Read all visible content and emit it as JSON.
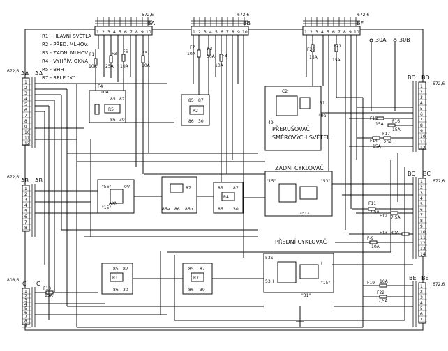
{
  "legend": [
    "R1 - HLAVNÍ SVĚTLA",
    "R2 - PŘED. MLHOV.",
    "R3 - ZADNÍ MLHOV.",
    "R4 - VYHŘÍV. OKNA",
    "R5 - BHH",
    "R7 - RELÉ \"X\""
  ],
  "connectors": {
    "BA": {
      "name": "BA",
      "code": "672,6",
      "pins": [
        "1",
        "2",
        "3",
        "4",
        "5",
        "6",
        "7",
        "8",
        "9",
        "10"
      ]
    },
    "BB": {
      "name": "BB",
      "code": "672,6",
      "pins": [
        "1",
        "2",
        "3",
        "4",
        "5",
        "6",
        "7",
        "8",
        "9",
        "10"
      ]
    },
    "BF": {
      "name": "BF",
      "code": "672,6",
      "pins": [
        "1",
        "2",
        "3",
        "4",
        "5",
        "6",
        "7",
        "8",
        "9",
        "10"
      ]
    },
    "AA": {
      "name": "AA",
      "code": "672,6",
      "pins": [
        "1",
        "2",
        "3",
        "4",
        "5",
        "6",
        "7",
        "8",
        "9",
        "10",
        "11",
        "12"
      ]
    },
    "AB": {
      "name": "AB",
      "code": "672,6",
      "pins": [
        "1",
        "2",
        "3",
        "4",
        "5",
        "6",
        "7",
        "8"
      ]
    },
    "C": {
      "name": "C",
      "code": "808,6",
      "pins": [
        "1",
        "2",
        "3",
        "4",
        "5",
        "6",
        "7",
        "8",
        "9"
      ]
    },
    "BD": {
      "name": "BD",
      "code": "672,6",
      "pins": [
        "1",
        "2",
        "3",
        "4",
        "5",
        "6",
        "7",
        "8",
        "9",
        "10",
        "11",
        "12"
      ]
    },
    "BC": {
      "name": "BC",
      "code": "672,6",
      "pins": [
        "1",
        "2",
        "3",
        "4",
        "5",
        "6",
        "7",
        "8",
        "9",
        "10",
        "11",
        "12",
        "13",
        "14"
      ]
    },
    "BE": {
      "name": "BE",
      "code": "672,6",
      "pins": [
        "1",
        "2",
        "3",
        "4",
        "5",
        "6",
        "7"
      ]
    }
  },
  "fuses": {
    "F1": {
      "name": "F1",
      "rating": "10A"
    },
    "F2": {
      "name": "F2",
      "rating": "30A"
    },
    "F3": {
      "name": "F3",
      "rating": "25A"
    },
    "F4": {
      "name": "F4",
      "rating": "10A"
    },
    "F5": {
      "name": "F5",
      "rating": "10A"
    },
    "F6": {
      "name": "F6",
      "rating": "10A"
    },
    "F7": {
      "name": "F7",
      "rating": "10A"
    },
    "F8": {
      "name": "F8",
      "rating": "10A"
    },
    "F10": {
      "name": "F10",
      "rating": "15A"
    },
    "F11": {
      "name": "F11",
      "rating": "7,5A"
    },
    "F12": {
      "name": "F12",
      "rating": "7,5A"
    },
    "F13": {
      "name": "F13",
      "rating": "30A"
    },
    "F14": {
      "name": "F14",
      "rating": "15A"
    },
    "F15": {
      "name": "F15",
      "rating": "15A"
    },
    "F16": {
      "name": "F16",
      "rating": "15A"
    },
    "F17": {
      "name": "F17",
      "rating": "20A"
    },
    "F19": {
      "name": "F19",
      "rating": "10A"
    },
    "F20": {
      "name": "F20",
      "rating": "15A"
    },
    "F21": {
      "name": "F21",
      "rating": "15A"
    },
    "F22": {
      "name": "F22",
      "rating": "7,5A"
    },
    "F9": {
      "name": "F-9",
      "rating": "10A"
    }
  },
  "relays": {
    "R1": "R1",
    "R2": "R2",
    "R4": "R4",
    "R5": "R5",
    "R7": "R7"
  },
  "relay_pins": {
    "p85": "85",
    "p86": "86",
    "p87": "87",
    "p30": "30"
  },
  "flasher": {
    "title1": "PŘERUŠOVAČ",
    "title2": "SMĚROVÝCH SVĚTEL",
    "c2": "C2",
    "p31": "31",
    "p49": "49",
    "p49a": "49a"
  },
  "rear_wiper": {
    "title": "ZADNÍ CYKLOVAČ",
    "p15": "\"15\"",
    "p53": "\"53\"",
    "p31": "\"31\""
  },
  "front_wiper": {
    "title": "PŘEDNÍ CYKLOVAČ",
    "p53s": "53S",
    "p53h": "53H",
    "pi": "I",
    "p15": "\"15\"",
    "p31": "\"31\""
  },
  "akn": {
    "title": "AKN",
    "p56": "\"56\"",
    "p0v": "0V",
    "p15": "\"15\""
  },
  "diode_labels": {
    "d86a": "86a",
    "d86": "86",
    "d86b": "86b"
  },
  "supply": {
    "s30a": "30A",
    "s30b": "30B"
  }
}
